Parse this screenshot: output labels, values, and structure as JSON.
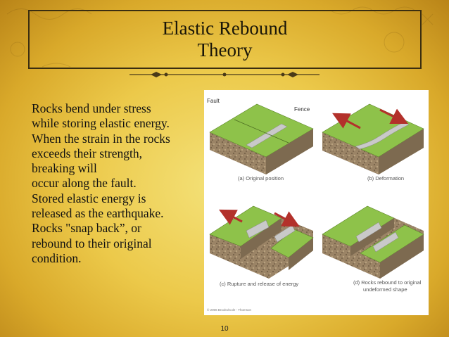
{
  "slide": {
    "title_lines": [
      "Elastic Rebound",
      "Theory"
    ],
    "body_lines": [
      "Rocks bend under stress",
      "while storing elastic energy.",
      "When the strain in the rocks",
      "exceeds their strength,",
      "breaking will",
      "occur along the fault.",
      "Stored elastic energy is",
      "released as the earthquake.",
      "Rocks \"snap back”, or",
      "rebound to their original",
      "condition."
    ],
    "page_number": "10"
  },
  "figure": {
    "labels": {
      "fault": "Fault",
      "fence": "Fence"
    },
    "panels": [
      {
        "caption": [
          "(a) Original position"
        ]
      },
      {
        "caption": [
          "(b) Deformation"
        ]
      },
      {
        "caption": [
          "(c) Rupture and release of energy"
        ]
      },
      {
        "caption": [
          "(d) Rocks rebound to original",
          "undeformed shape"
        ]
      }
    ],
    "copyright": "© 2006 Brooks/Cole - Thomson"
  },
  "colors": {
    "background": "#ecc94a",
    "title_border": "#3b2e10",
    "grass": "#8ec24a",
    "rock": "#9b8466",
    "arrow": "#b3312b"
  }
}
